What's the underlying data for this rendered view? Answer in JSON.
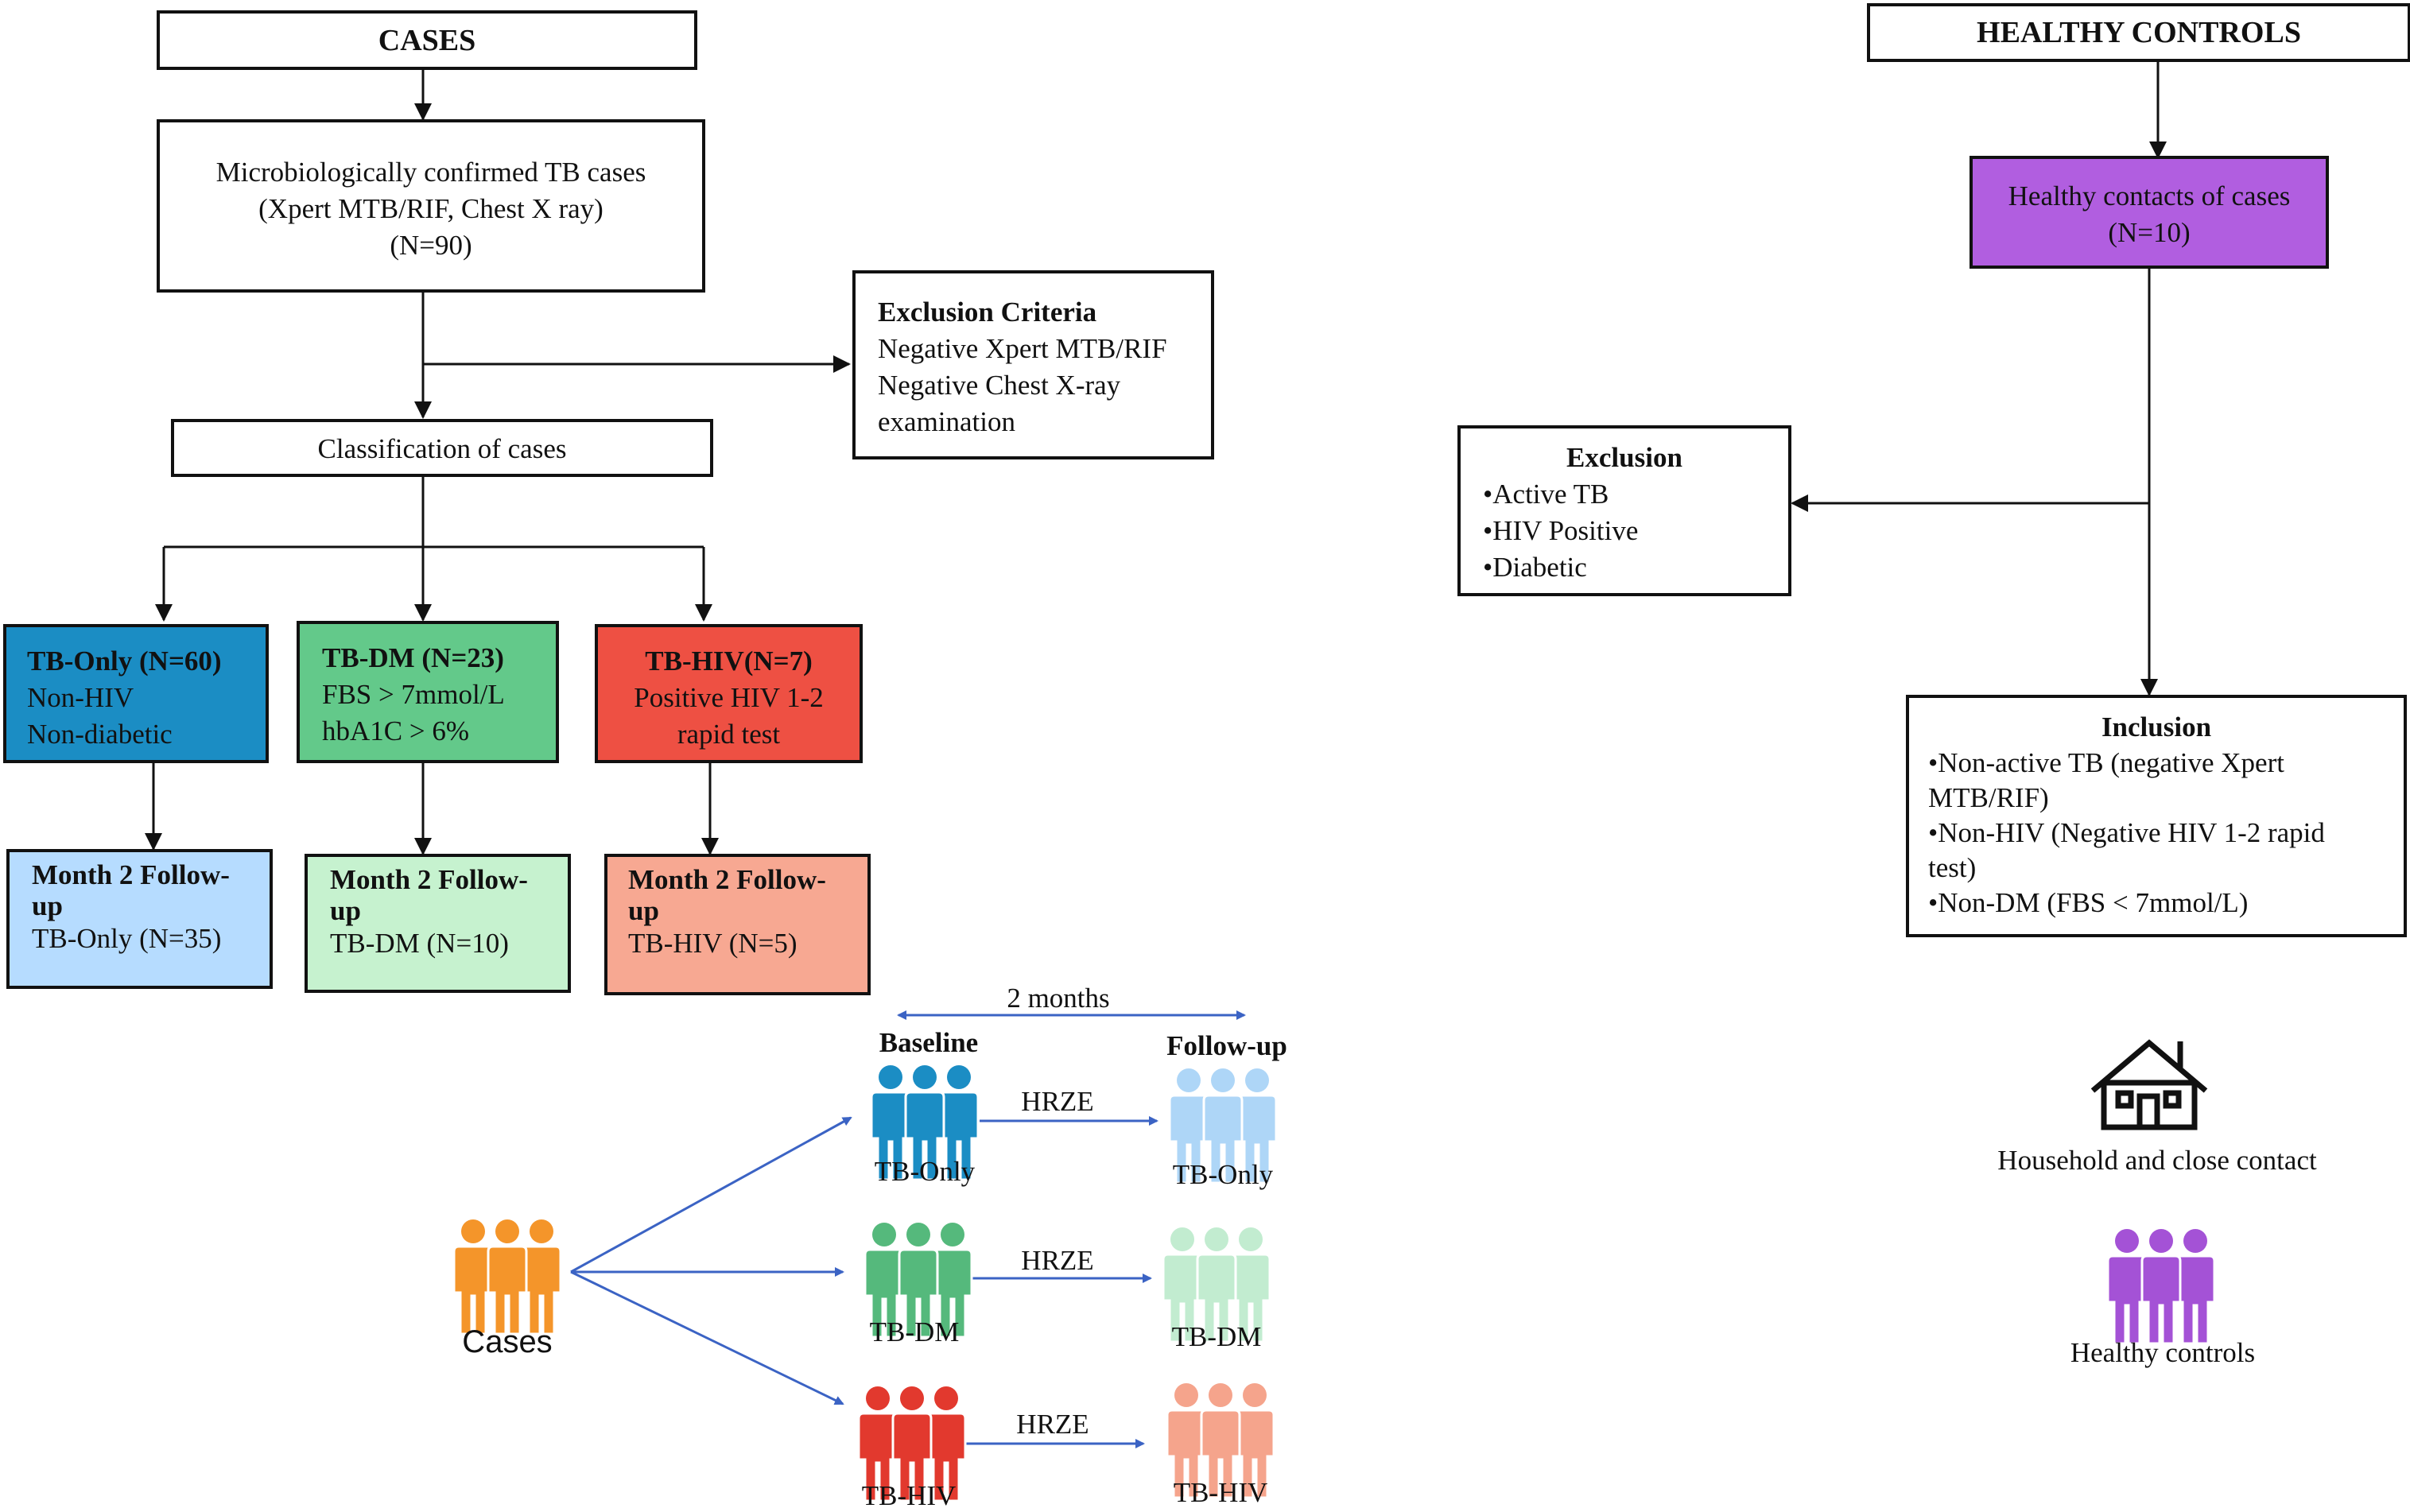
{
  "cases": {
    "header": "CASES",
    "confirmed": [
      "Microbiologically confirmed TB cases",
      "(Xpert MTB/RIF, Chest X ray)",
      "(N=90)"
    ],
    "exclusion_title": "Exclusion Criteria",
    "exclusion_lines": [
      "Negative Xpert MTB/RIF",
      "Negative Chest X-ray",
      "examination"
    ],
    "classification": "Classification of cases",
    "groups": [
      {
        "title": "TB-Only (N=60)",
        "lines": [
          "Non-HIV",
          "Non-diabetic"
        ],
        "fill": "#1b8dc4"
      },
      {
        "title": "TB-DM (N=23)",
        "lines": [
          "FBS > 7mmol/L",
          "hbA1C > 6%"
        ],
        "fill": "#63c98a"
      },
      {
        "title": "TB-HIV(N=7)",
        "lines": [
          "Positive HIV 1-2",
          "rapid test"
        ],
        "fill": "#ee5043"
      }
    ],
    "followups": [
      {
        "title_a": "Month 2 Follow-",
        "title_b": "up",
        "line": "TB-Only (N=35)",
        "fill": "#b6dcff"
      },
      {
        "title_a": "Month 2 Follow-",
        "title_b": "up",
        "line": "TB-DM (N=10)",
        "fill": "#c6f2cf"
      },
      {
        "title_a": "Month 2 Follow-",
        "title_b": "up",
        "line": "TB-HIV (N=5)",
        "fill": "#f7a892"
      }
    ]
  },
  "controls": {
    "header": "HEALTHY CONTROLS",
    "contacts": [
      "Healthy contacts of cases",
      "(N=10)"
    ],
    "contacts_fill": "#b15ee0",
    "exclusion_title": "Exclusion",
    "exclusion_lines": [
      "•Active TB",
      "•HIV Positive",
      "•Diabetic"
    ],
    "inclusion_title": "Inclusion",
    "inclusion_lines": [
      "•Non-active TB (negative Xpert",
      "MTB/RIF)",
      "•Non-HIV (Negative HIV 1-2 rapid",
      "test)",
      "•Non-DM (FBS < 7mmol/L)"
    ]
  },
  "timeline": {
    "duration": "2 months",
    "baseline": "Baseline",
    "followup": "Follow-up",
    "treatment": "HRZE",
    "cases_label": "Cases",
    "cases_color": "#f4952a",
    "rows": [
      {
        "label": "TB-Only",
        "base_color": "#1b8dc4",
        "follow_color": "#aed6f7"
      },
      {
        "label": "TB-DM",
        "base_color": "#55b97c",
        "follow_color": "#c2ecd0"
      },
      {
        "label": "TB-HIV",
        "base_color": "#e2392e",
        "follow_color": "#f5a48c"
      }
    ]
  },
  "legend": {
    "household": "Household and close contact",
    "healthy": "Healthy controls",
    "healthy_color": "#a452d6",
    "house_icon": "house-icon",
    "people_icon": "people-icon"
  }
}
